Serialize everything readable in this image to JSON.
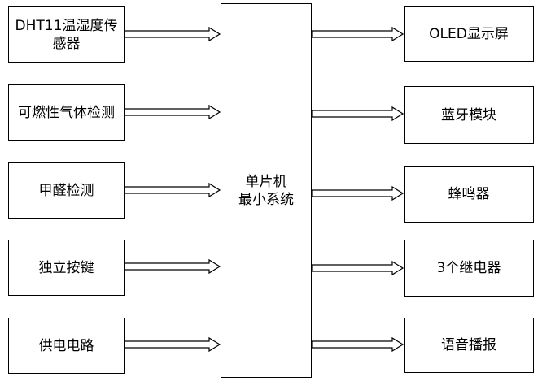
{
  "inputs": [
    {
      "id": "dht11",
      "label": "DHT11温湿度传\n感器"
    },
    {
      "id": "gas",
      "label": "可燃性气体检测"
    },
    {
      "id": "formaldehyde",
      "label": "甲醛检测"
    },
    {
      "id": "keys",
      "label": "独立按键"
    },
    {
      "id": "power",
      "label": "供电电路"
    }
  ],
  "center": {
    "label": "单片机\n最小系统"
  },
  "outputs": [
    {
      "id": "oled",
      "label": "OLED显示屏"
    },
    {
      "id": "bluetooth",
      "label": "蓝牙模块"
    },
    {
      "id": "buzzer",
      "label": "蜂鸣器"
    },
    {
      "id": "relays",
      "label": "3个继电器"
    },
    {
      "id": "voice",
      "label": "语音播报"
    }
  ]
}
